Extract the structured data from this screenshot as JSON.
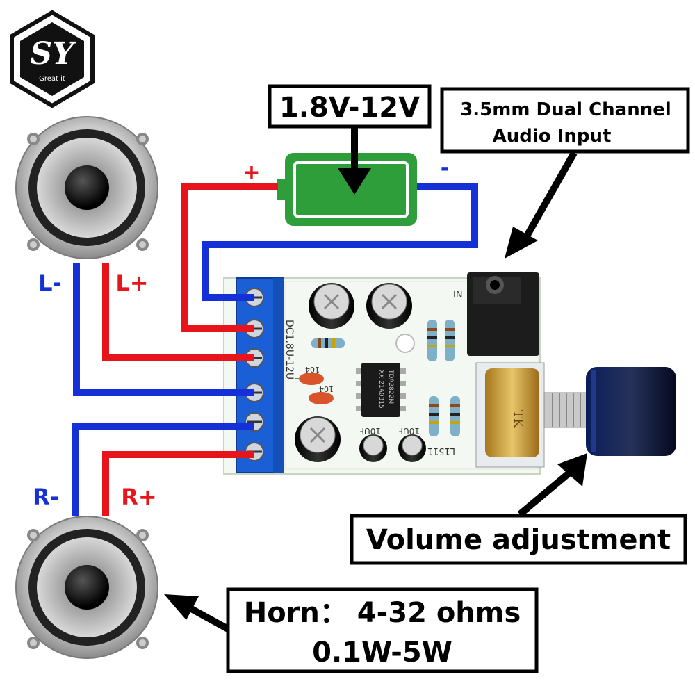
{
  "logo": {
    "letters": "SY",
    "tagline": "Great it"
  },
  "power": {
    "voltage_label": "1.8V-12V",
    "plus_sign": "+",
    "minus_sign": "-"
  },
  "audio_input": {
    "line1": "3.5mm Dual Channel",
    "line2": "Audio Input"
  },
  "volume": {
    "label": "Volume adjustment"
  },
  "horn": {
    "line1": "Horn： 4-32 ohms",
    "line2": "0.1W-5W"
  },
  "speaker_left": {
    "minus_label": "L-",
    "plus_label": "L+"
  },
  "speaker_right": {
    "minus_label": "R-",
    "plus_label": "R+"
  },
  "board": {
    "dc_silkscreen": "DC1.8U-12U",
    "model": "L1511",
    "input_mark": "IN",
    "cap_values": [
      "10UF",
      "10UF"
    ],
    "ceramic_caps": [
      "104",
      "104"
    ],
    "chip_text": [
      "TDA2822M",
      "XX 21A0315"
    ],
    "pot_text": "TK"
  },
  "colors": {
    "positive_wire": "#e8141b",
    "negative_wire": "#1530d6",
    "battery": "#2e9e3b",
    "board": "#f4f8f2"
  }
}
